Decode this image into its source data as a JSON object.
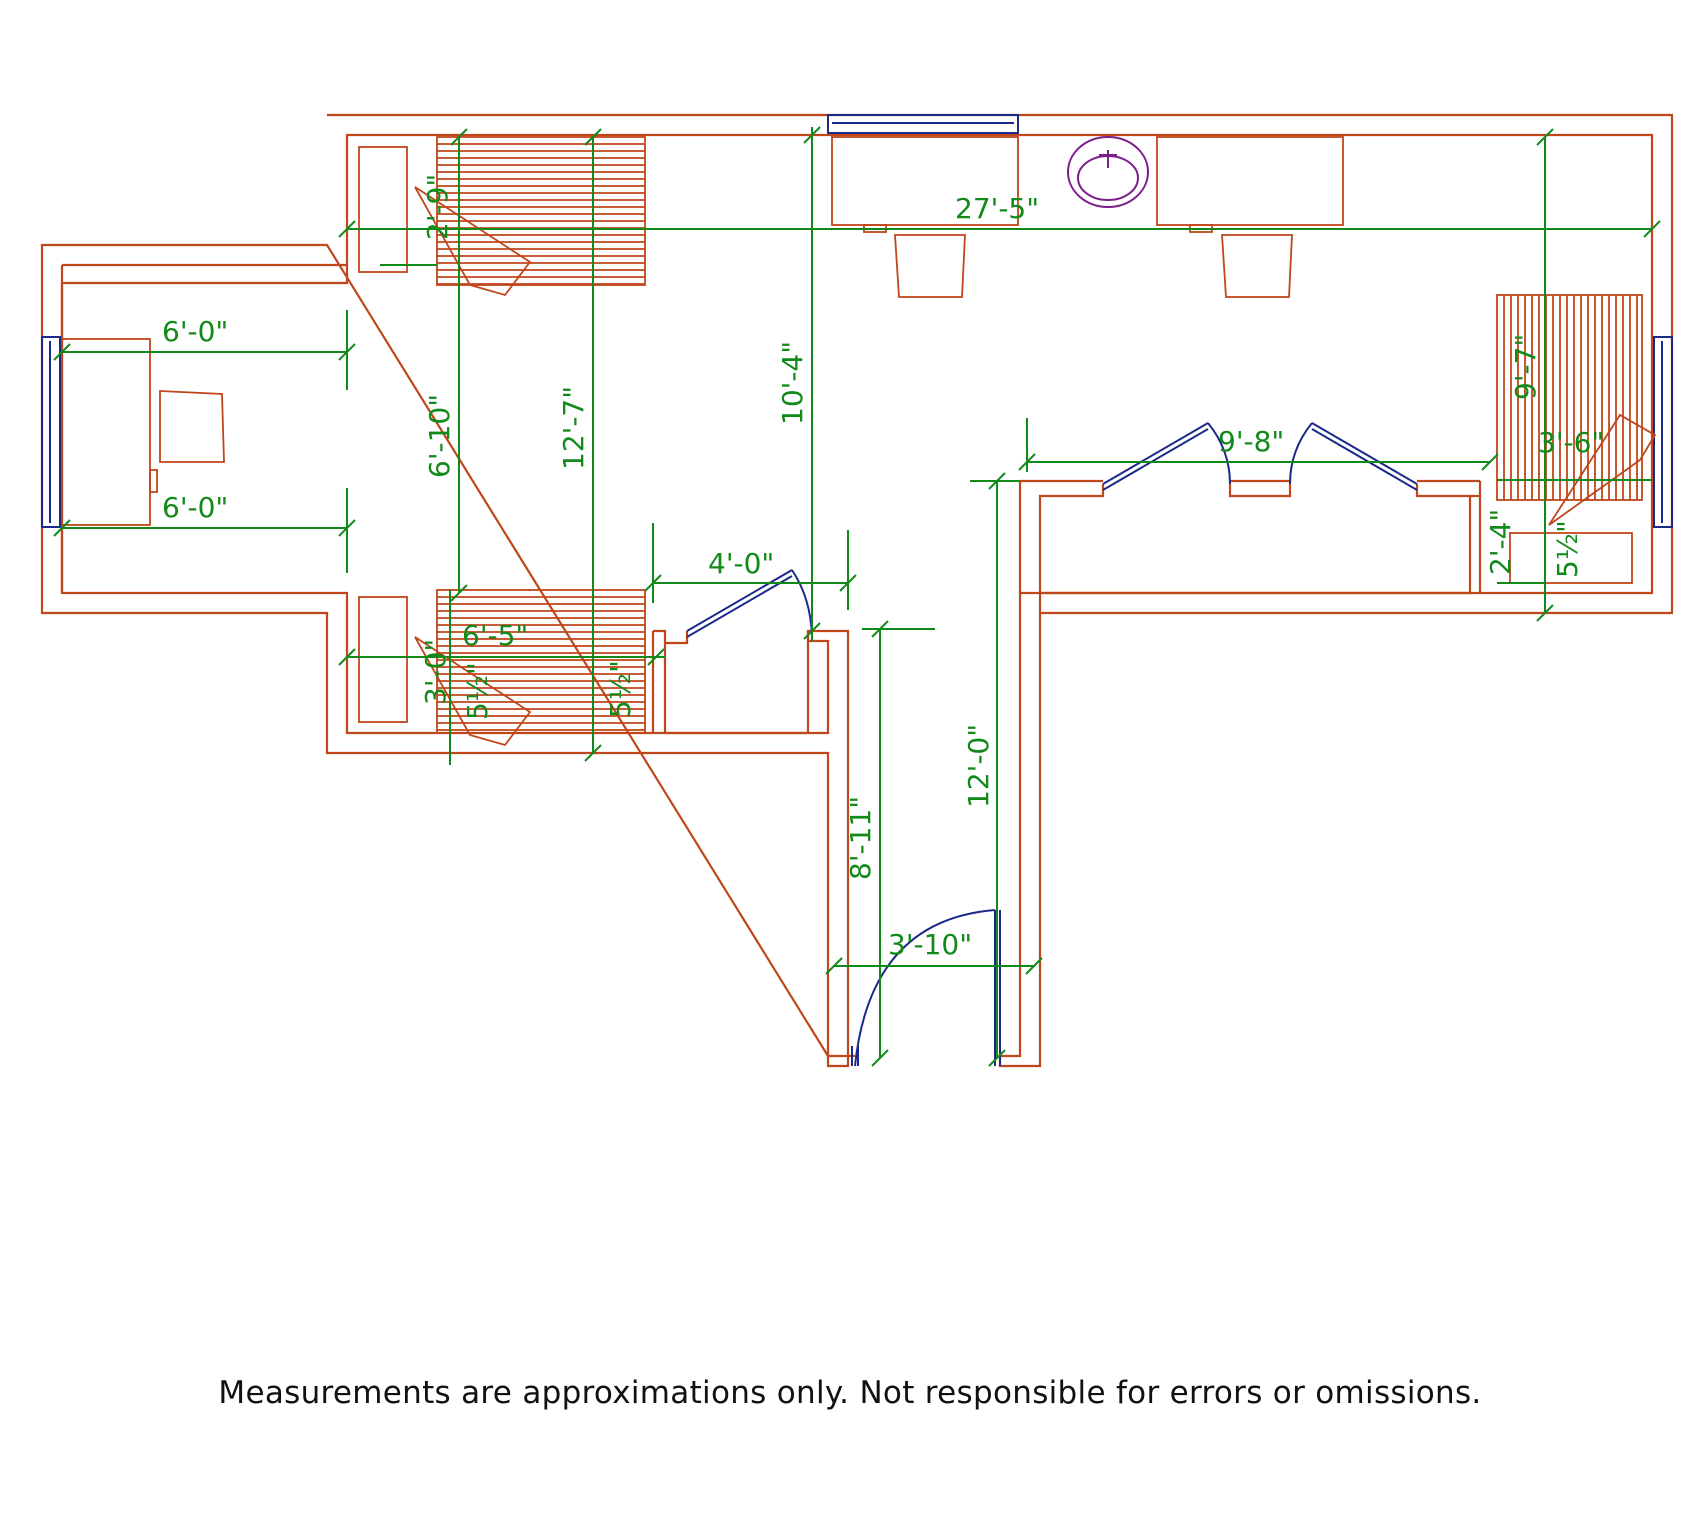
{
  "dimensions": {
    "overall_length": "27'-5\"",
    "left_upper_width": "6'-0\"",
    "left_lower_width": "6'-0\"",
    "bed_top_width": "2'-9\"",
    "room_depth": "6'-10\"",
    "bedroom_depth": "12'-7\"",
    "center_depth": "10'-4\"",
    "closet_width": "4'-0\"",
    "lower_bed_length": "6'-5\"",
    "lower_bed_width": "3'-0\"",
    "lower_bed_gap_a": "5½\"",
    "lower_bed_gap_b": "5½\"",
    "hall_length": "8'-11\"",
    "hall_width": "3'-10\"",
    "right_hall_length": "12'-0\"",
    "wardrobe_width": "9'-8\"",
    "right_bed_length": "9'-7\"",
    "right_bed_width": "3'-6\"",
    "right_small": "2'-4\"",
    "right_small_gap": "5½\""
  },
  "colors": {
    "wall": "#c0461b",
    "dimension": "#128a1a",
    "door_window": "#1b2a8a",
    "sink": "#7b1f8a"
  },
  "disclaimer": "Measurements are approximations only. Not responsible for errors or omissions."
}
